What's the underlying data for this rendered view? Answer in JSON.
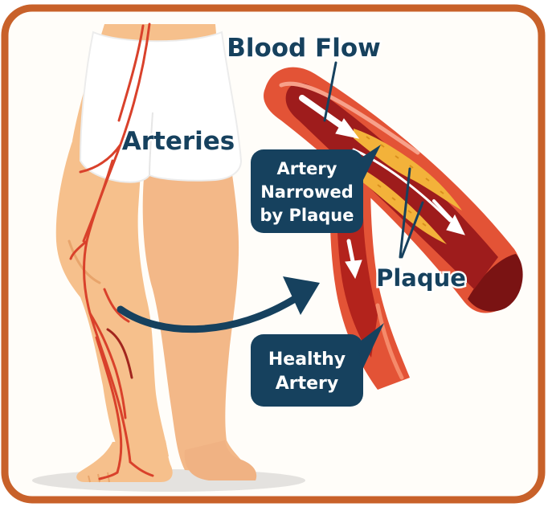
{
  "labels": {
    "arteries": "Arteries",
    "blood_flow": "Blood Flow",
    "narrowed_line1": "Artery",
    "narrowed_line2": "Narrowed",
    "narrowed_line3": "by Plaque",
    "plaque": "Plaque",
    "healthy_line1": "Healthy",
    "healthy_line2": "Artery"
  },
  "colors": {
    "frame_border": "#c8612a",
    "label_text": "#16415e",
    "callout_bg": "#16415e",
    "callout_text": "#ffffff",
    "arrow": "#16415e",
    "skin": "#f6c08c",
    "skin_shadow": "#e8a46b",
    "shorts": "#ffffff",
    "artery_red": "#d9412b",
    "artery_dark": "#8e1b1b",
    "plaque_yellow": "#f3b23a"
  }
}
